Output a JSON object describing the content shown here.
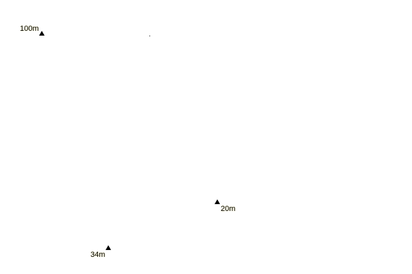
{
  "map": {
    "background": "#ffffff",
    "peaks": [
      {
        "elevation": "100m",
        "symbol": "peak-triangle"
      },
      {
        "elevation": "20m",
        "symbol": "peak-triangle"
      },
      {
        "elevation": "34m",
        "symbol": "peak-triangle"
      }
    ]
  }
}
